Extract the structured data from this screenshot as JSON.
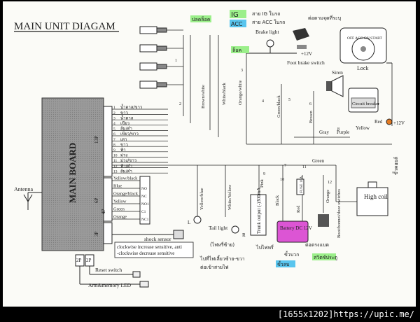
{
  "title": "MAIN UNIT DIAGAM",
  "footer": {
    "watermark": "[1655x1202]https://upic.me/"
  },
  "main_board": {
    "label": "MAIN BOARD"
  },
  "connectors": {
    "p13": "13P",
    "p6": "6P",
    "p4": "4P",
    "p3": "3P",
    "p2a": "2P",
    "p2b": "2P"
  },
  "pins_13p": [
    {
      "num": "1",
      "text": "น้ำตาล/ขาว"
    },
    {
      "num": "2",
      "text": "ขาว"
    },
    {
      "num": "3",
      "text": "น้ำตาล"
    },
    {
      "num": "4",
      "text": "เขียว"
    },
    {
      "num": "5",
      "text": "ส้ม/ดำ"
    },
    {
      "num": "6",
      "text": "เขียว/ขาว"
    },
    {
      "num": "7",
      "text": "เทา"
    },
    {
      "num": "8",
      "text": "ขาว"
    },
    {
      "num": "9",
      "text": "ฟ้า"
    },
    {
      "num": "10",
      "text": "ม่วง"
    },
    {
      "num": "11",
      "text": "ม่วง/ขาว"
    },
    {
      "num": "12",
      "text": "ฟ้า/ดำ"
    },
    {
      "num": "13",
      "text": "ส้ม/ดำ"
    }
  ],
  "relay_wires": [
    {
      "text": "Yellow/black",
      "pin": ""
    },
    {
      "text": "Blue",
      "pin": "NO"
    },
    {
      "text": "Orange/black",
      "pin": "NC"
    },
    {
      "text": "Yellow",
      "pin": "NO1"
    },
    {
      "text": "Green",
      "pin": "C1"
    },
    {
      "text": "Orange",
      "pin": "NC1"
    }
  ],
  "labels": {
    "antenna": "Antenna",
    "shock_sensor": "shock sensor",
    "sensitivity_note_1": "clockwise increase sensitive, anti",
    "sensitivity_note_2": "-clockwise decrease sensitive",
    "reset_switch": "Reset switch",
    "arm_led": "Arm&memory LED",
    "brake_light": "Brake light",
    "foot_brake_switch": "Foot brake switch",
    "lock": "Lock",
    "ignition_positions": "OFF ACC ON START",
    "siren": "Siren",
    "circuit_breaker": "Circuit breaker",
    "high_coil": "High coil",
    "tail_light": "Tail light",
    "l_side": "L",
    "r_side": "R",
    "trunk_output": "Trunk output (-)300mA",
    "battery": "Battery DC 12V",
    "boot_door_switches": "Boot/bonnet/door switches",
    "plus_12v_brake": "+12V",
    "plus_12v_red": "+12V",
    "fuse": "FUSE 10A"
  },
  "wires": {
    "brown_white": "Brown/white",
    "white_black": "White/black",
    "orange_white": "Orange/white",
    "green_black": "Green/black",
    "brown": "Brown",
    "gray": "Gray",
    "purple": "Purple",
    "yellow": "Yellow",
    "red": "Red",
    "green": "Green",
    "pink": "Pink",
    "black": "Black",
    "red2": "Red",
    "orange": "Orange",
    "yellow_blue": "Yellow/blue",
    "white_yellow": "White/Yellow"
  },
  "pin_numbers": [
    "1",
    "2",
    "3",
    "4",
    "5",
    "6",
    "7",
    "8",
    "9",
    "10",
    "11",
    "12"
  ],
  "handwritten": {
    "ig": "IG",
    "acc": "ACC",
    "top_note_1": "สาย IG ในรถ",
    "top_note_2": "สาย ACC ในรถ",
    "top_note_3": "ต่อตามจุดที่ระบุ",
    "lock_right": "ล็อค",
    "unlock_left": "ปลดล็อค",
    "pink_label": "ไปไฟหรี่",
    "note_bottom_1": "(ไฟหรี่ซ้าย)",
    "note_bottom_2": "ไปที่ไฟเลี้ยวซ้าย-ขวา",
    "note_bottom_3": "ต่อเข้าสายไฟ",
    "battery_green": "ขั้วบวก",
    "battery_plus": "ขั้วลบ",
    "red_note": "ต่อตรงแบต",
    "boot_note": "สวิตช์ประตู",
    "side_note": "ขั้วคอยล์"
  },
  "colors": {
    "paper": "#fbfbf7",
    "board": "#9a9a9a",
    "line": "#1a1a1a",
    "green_highlight": "#9bef8a",
    "blue_highlight": "#59c5ee",
    "battery": "#dc55d4",
    "pink_ink": "#d4197d",
    "red_ink": "#d11919",
    "orange_ink": "#d96b1c",
    "purple_ink": "#5a2bb8",
    "footer": "#000000"
  }
}
